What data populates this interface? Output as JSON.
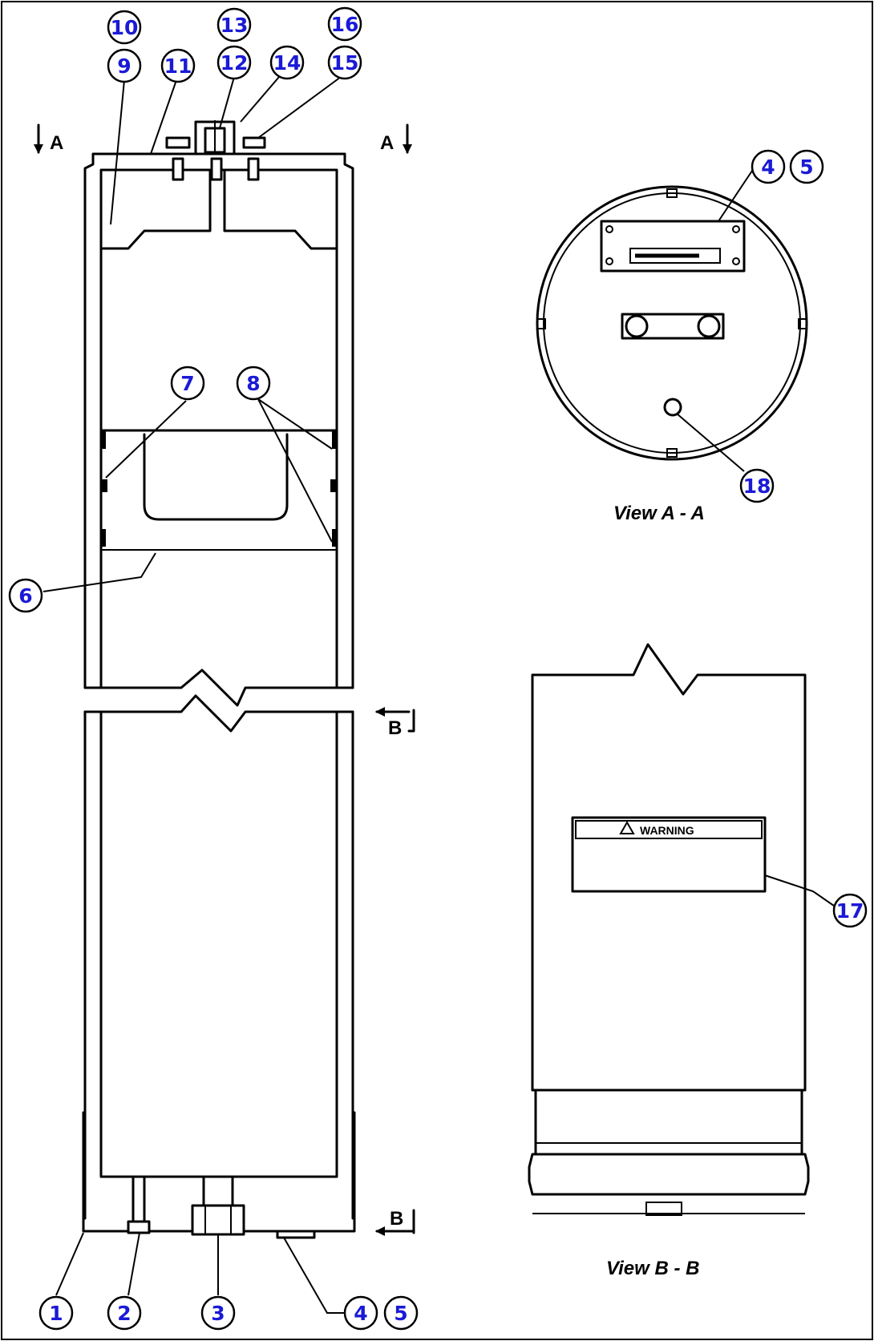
{
  "callouts": {
    "c1": "1",
    "c2": "2",
    "c3": "3",
    "c4a": "4",
    "c5a": "5",
    "c6": "6",
    "c7": "7",
    "c8": "8",
    "c9": "9",
    "c10": "10",
    "c11": "11",
    "c12": "12",
    "c13": "13",
    "c14": "14",
    "c15": "15",
    "c16": "16",
    "c17": "17",
    "c18": "18",
    "c4b": "4",
    "c5b": "5"
  },
  "section_marks": {
    "a_left": "A",
    "a_right": "A",
    "b_top": "B",
    "b_bottom": "B"
  },
  "views": {
    "view_a": "View A - A",
    "view_b": "View B - B"
  },
  "labels": {
    "warning": "WARNING"
  }
}
